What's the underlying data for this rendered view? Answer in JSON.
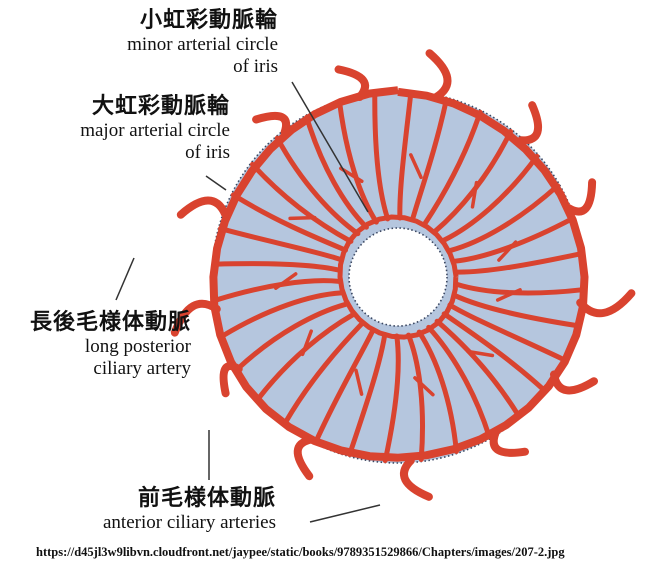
{
  "labels": {
    "minor_circle": {
      "ja": "小虹彩動脈輪",
      "en_line1": "minor arterial circle",
      "en_line2": "of iris"
    },
    "major_circle": {
      "ja": "大虹彩動脈輪",
      "en_line1": "major arterial circle",
      "en_line2": "of iris"
    },
    "long_posterior": {
      "ja": "長後毛様体動脈",
      "en_line1": "long posterior",
      "en_line2": "ciliary artery"
    },
    "anterior_ciliary": {
      "ja": "前毛様体動脈",
      "en_line1": "anterior ciliary arteries"
    }
  },
  "source_url": "https://d45jl3w9libvn.cloudfront.net/jaypee/static/books/9789351529866/Chapters/images/207-2.jpg",
  "colors": {
    "iris_fill": "#b5c6de",
    "iris_border": "#3a4660",
    "artery": "#d9432f",
    "artery_highlight": "#f07a64",
    "pupil": "#ffffff",
    "text": "#111111",
    "pointer": "#333333"
  }
}
